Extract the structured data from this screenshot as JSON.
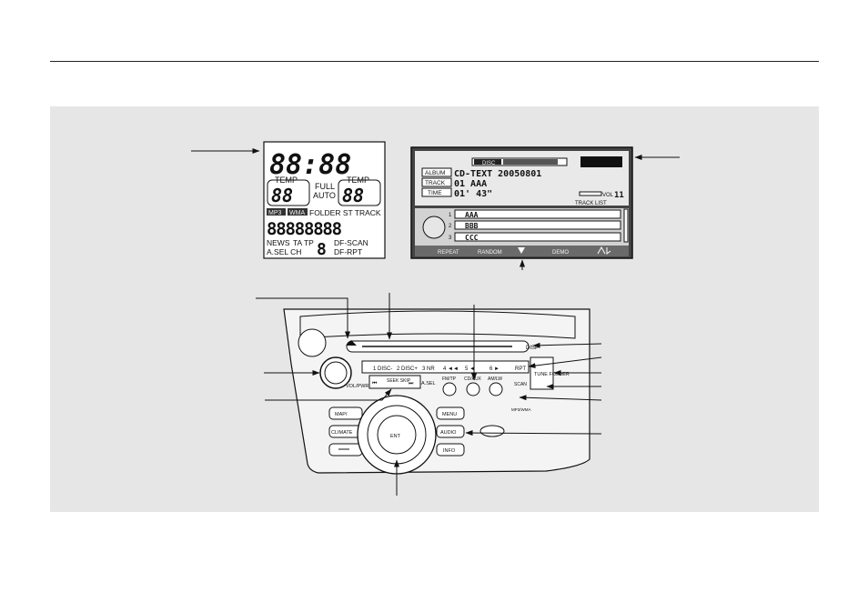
{
  "lcd": {
    "clock": "88:88",
    "temp_label_left": "TEMP",
    "temp_left": "88",
    "full_label": "FULL",
    "auto_label": "AUTO",
    "temp_label_right": "TEMP",
    "temp_right": "88",
    "mp3_badge": "MP3",
    "wma_badge": "WMA",
    "folder_st_track": "FOLDER ST TRACK",
    "segment_text": "88888888",
    "news": "NEWS",
    "ta_tp": "TA TP",
    "ch_digit": "8",
    "df_scan": "DF-SCAN",
    "asel_ch": "A.SEL CH",
    "df_rpt": "DF-RPT"
  },
  "screen": {
    "disc_label": "DISC",
    "album_label": "ALBUM",
    "album_value": "CD-TEXT 20050801",
    "track_label": "TRACK",
    "track_value": "01   AAA",
    "time_label": "TIME",
    "time_value": "01' 43\"",
    "vol_label": "VOL",
    "vol_value": "11",
    "track_list_label": "TRACK LIST",
    "list": [
      {
        "num": "1",
        "text": "AAA"
      },
      {
        "num": "2",
        "text": "BBB"
      },
      {
        "num": "3",
        "text": "CCC"
      }
    ],
    "soft_keys": [
      "REPEAT",
      "RANDOM",
      "DEMO"
    ]
  },
  "unit": {
    "preset_buttons": [
      "1 DISC-",
      "2 DISC+",
      "3 NR",
      "4 ◄◄",
      "5 ◄",
      "6 ►"
    ],
    "rpt_label": "RPT",
    "disp_label": "DISP",
    "tune_folder_label": "TUNE FOLDER",
    "vol_label": "VOL/PWR",
    "seek_skip_label": "SEEK SKIP",
    "asel_label": "A.SEL",
    "fm_label": "FM/TP",
    "cd_aux_label": "CD/AUX",
    "am_lw_label": "AM/LW",
    "scan_label": "SCAN",
    "map_label": "MAP/",
    "climate_label": "CLIMATE",
    "menu_label": "MENU",
    "audio_label": "AUDIO",
    "info_label": "INFO",
    "knob_label": "ENT",
    "mp3_wma_label": "MP3/WMA"
  },
  "colors": {
    "panel_bg": "#e6e6e6",
    "screen_bg": "#4a4a4a",
    "ink": "#111111"
  }
}
